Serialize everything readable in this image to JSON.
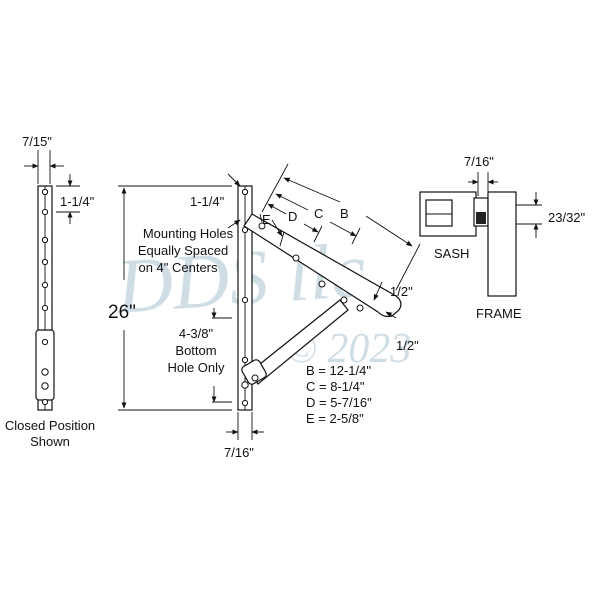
{
  "watermark": {
    "line1": "DDS llc",
    "line2": "© 2023"
  },
  "closed_view": {
    "dim_width": "7/15\"",
    "dim_top": "1-1/4\"",
    "caption_line1": "Closed Position",
    "caption_line2": "Shown"
  },
  "main_view": {
    "dim_height": "26\"",
    "dim_top": "1-1/4\"",
    "note1_line1": "Mounting Holes",
    "note1_line2": "Equally Spaced",
    "note1_line3": "on 4\" Centers",
    "note2_line1": "4-3/8\"",
    "note2_line2": "Bottom",
    "note2_line3": "Hole Only",
    "dim_bottom_width": "7/16\"",
    "label_b": "B",
    "label_c": "C",
    "label_d": "D",
    "label_e": "E",
    "dim_half_upper": "1/2\"",
    "dim_half_lower": "1/2\"",
    "legend": [
      "B = 12-1/4\"",
      "C = 8-1/4\"",
      "D = 5-7/16\"",
      "E = 2-5/8\""
    ]
  },
  "section_view": {
    "dim_top": "7/16\"",
    "dim_side": "23/32\"",
    "label_sash": "SASH",
    "label_frame": "FRAME"
  }
}
